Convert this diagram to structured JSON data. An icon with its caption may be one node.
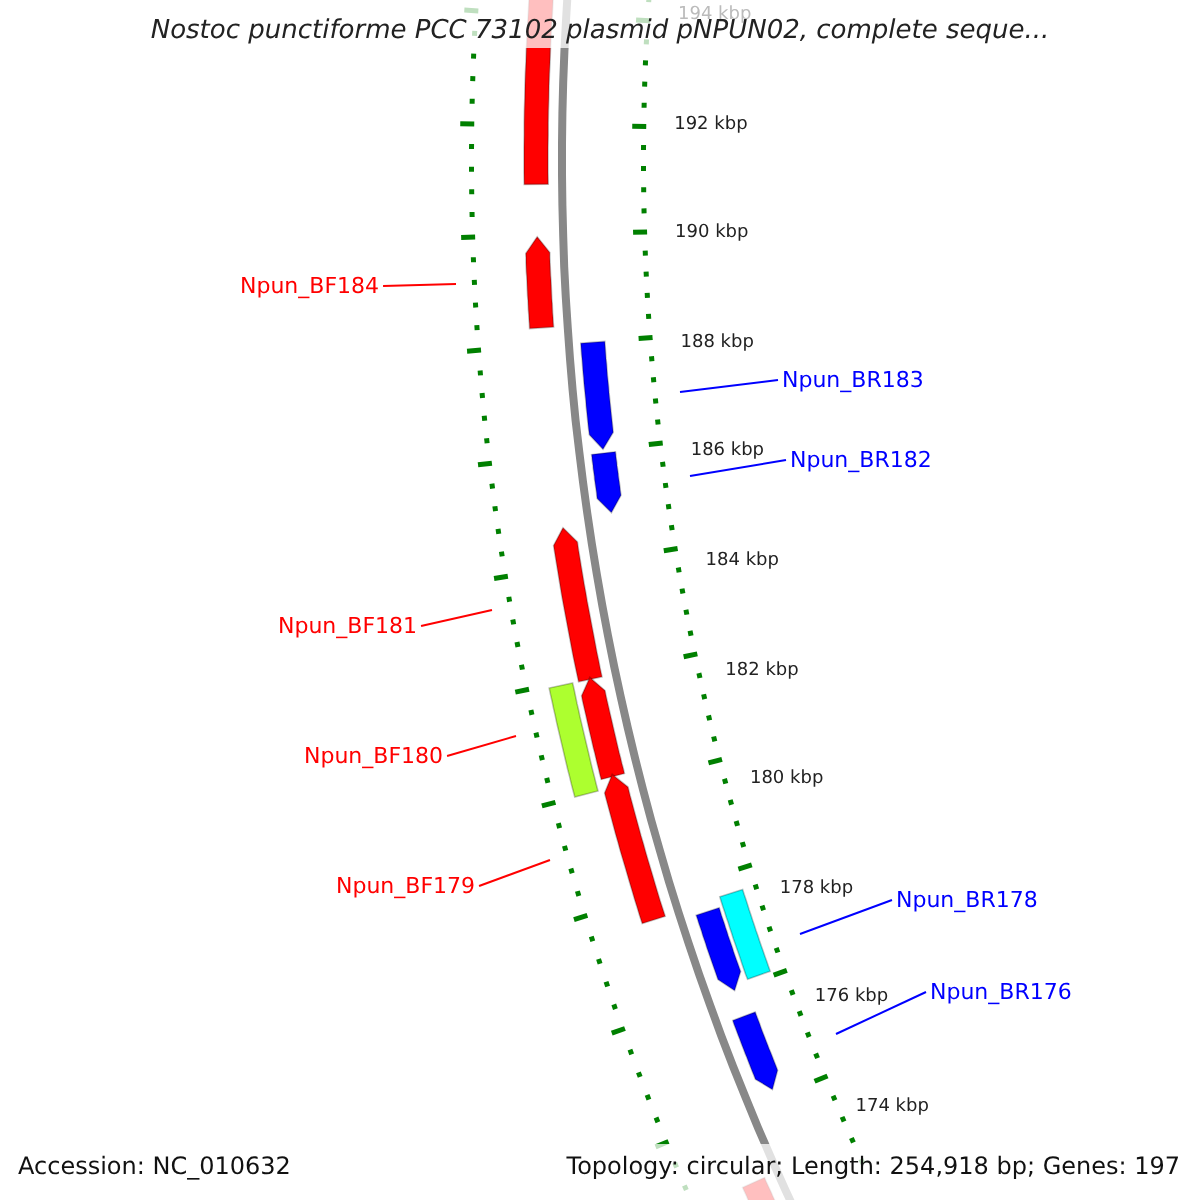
{
  "diagram": {
    "title": "Nostoc punctiforme PCC 73102 plasmid pNPUN02, complete seque...",
    "nodes": [
      {
        "text": [
          "Npun_BF184"
        ]
      },
      {
        "text": [
          "Npun_BR183"
        ]
      },
      {
        "text": [
          "Npun_BR182"
        ]
      },
      {
        "text": [
          "Npun_BF181"
        ]
      },
      {
        "text": [
          "Npun_BF180"
        ]
      },
      {
        "text": [
          "Npun_BF179"
        ]
      },
      {
        "text": [
          "Npun_BR178"
        ]
      },
      {
        "text": [
          "Npun_BR176"
        ]
      }
    ],
    "edges": [
      {
        "from": 0,
        "to": null,
        "arrow": "none",
        "color": "#ff0000"
      },
      {
        "from": 1,
        "to": null,
        "arrow": "none",
        "color": "#0000ff"
      },
      {
        "from": 2,
        "to": null,
        "arrow": "none",
        "color": "#0000ff"
      },
      {
        "from": 3,
        "to": null,
        "arrow": "none",
        "color": "#ff0000"
      },
      {
        "from": 4,
        "to": null,
        "arrow": "none",
        "color": "#ff0000"
      },
      {
        "from": 5,
        "to": null,
        "arrow": "none",
        "color": "#ff0000"
      },
      {
        "from": 6,
        "to": null,
        "arrow": "none",
        "color": "#0000ff"
      },
      {
        "from": 7,
        "to": null,
        "arrow": "none",
        "color": "#0000ff"
      }
    ],
    "labels": [
      "194 kbp",
      "192 kbp",
      "190 kbp",
      "188 kbp",
      "186 kbp",
      "184 kbp",
      "182 kbp",
      "180 kbp",
      "178 kbp",
      "176 kbp",
      "174 kbp",
      "Accession: NC_010632",
      "Topology: circular; Length: 254,918 bp; Genes: 197"
    ]
  }
}
